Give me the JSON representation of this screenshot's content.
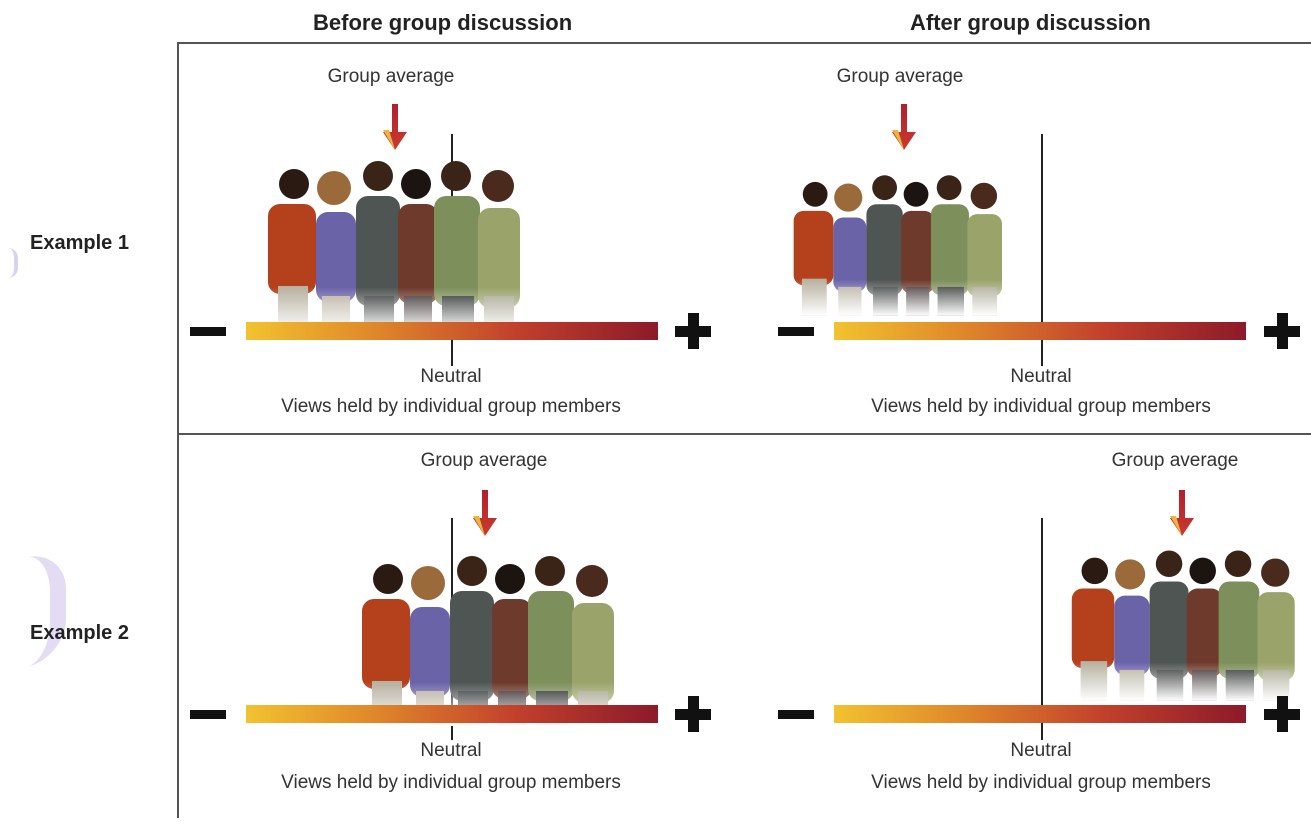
{
  "columns": {
    "before": "Before group discussion",
    "after": "After group discussion"
  },
  "rows": {
    "example1": "Example 1",
    "example2": "Example 2"
  },
  "panels": {
    "ex1_before": {
      "group_average": "Group average",
      "neutral": "Neutral",
      "views": "Views held by individual group members"
    },
    "ex1_after": {
      "group_average": "Group average",
      "neutral": "Neutral",
      "views": "Views held by individual group members"
    },
    "ex2_before": {
      "group_average": "Group average",
      "neutral": "Neutral",
      "views": "Views held by individual group members"
    },
    "ex2_after": {
      "group_average": "Group average",
      "neutral": "Neutral",
      "views": "Views held by individual group members"
    }
  },
  "scale": {
    "minus_symbol": "minus-icon",
    "plus_symbol": "plus-icon"
  },
  "colors": {
    "scale_start": "#f2c230",
    "scale_end": "#8d1a2a",
    "arrow_dark": "#b11f2e",
    "arrow_light": "#f0b43a",
    "accent_deco": "#e4dcf3"
  }
}
